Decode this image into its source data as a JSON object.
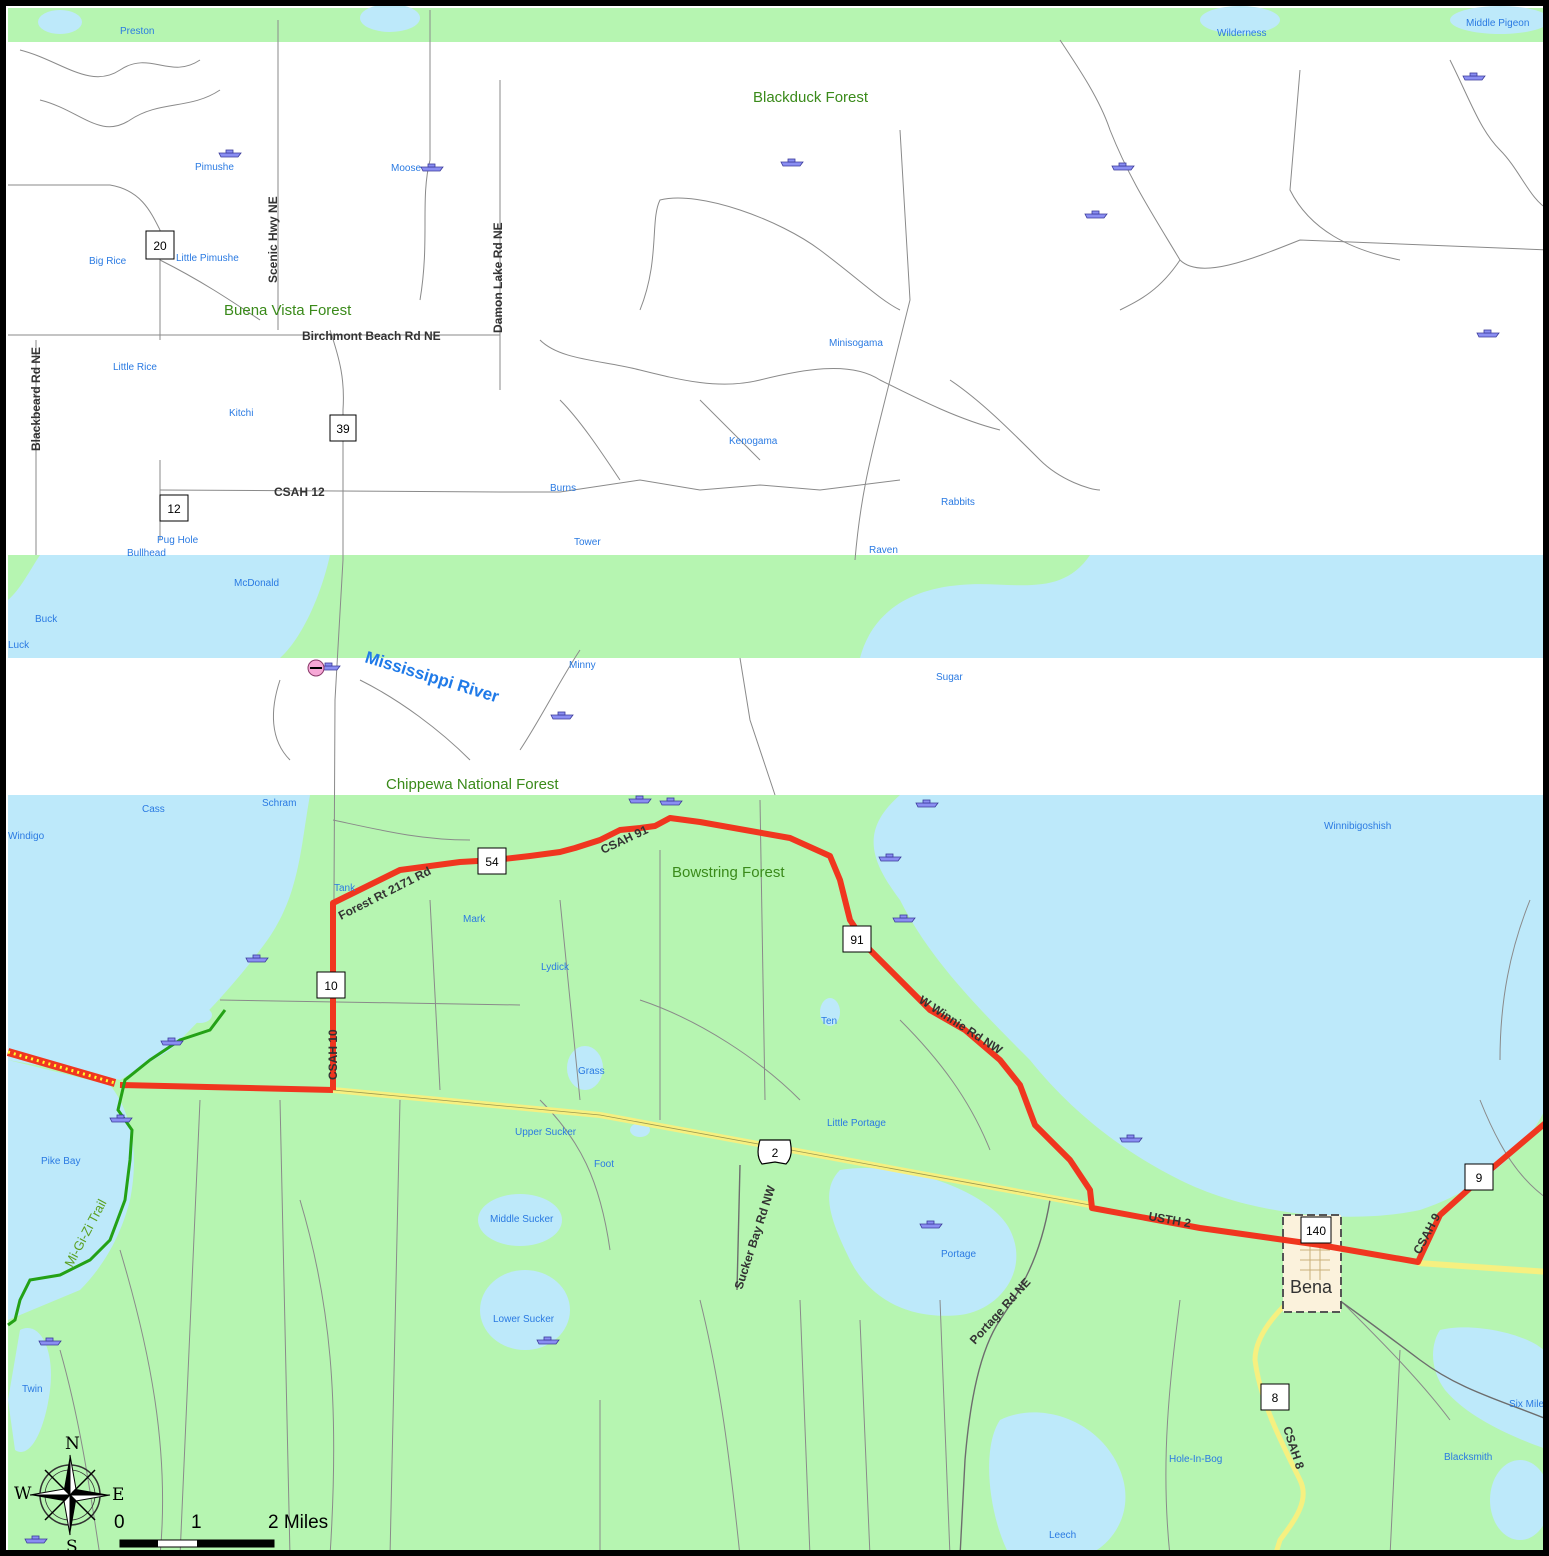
{
  "colors": {
    "land_green": "#b6f5b1",
    "water_blue": "#bde9fa",
    "highway_red": "#f0361f",
    "highway_yellow": "#f6f080",
    "trail_green": "#24a116",
    "minor_road": "#8a8a8a",
    "lake_label": "#2a7ae2",
    "forest_label": "#3a8a1a",
    "river_label": "#1f7ae8"
  },
  "forests": {
    "blackduck": "Blackduck Forest",
    "buena_vista": "Buena Vista Forest",
    "chippewa": "Chippewa National Forest",
    "bowstring": "Bowstring Forest"
  },
  "river": "Mississippi River",
  "town": "Bena",
  "lakes": {
    "preston": "Preston",
    "wilderness": "Wilderness",
    "middle_pigeon": "Middle Pigeon",
    "pimushe": "Pimushe",
    "moose": "Moose",
    "big_rice": "Big Rice",
    "little_pimushe": "Little Pimushe",
    "little_rice": "Little Rice",
    "minisogama": "Minisogama",
    "kitchi": "Kitchi",
    "kenogama": "Kenogama",
    "burns": "Burns",
    "rabbits": "Rabbits",
    "pug_hole": "Pug Hole",
    "bullhead": "Bullhead",
    "tower": "Tower",
    "raven": "Raven",
    "mcdonald": "McDonald",
    "buck": "Buck",
    "luck": "Luck",
    "minny": "Minny",
    "sugar": "Sugar",
    "cass": "Cass",
    "schram": "Schram",
    "windigo": "Windigo",
    "winnibigoshish": "Winnibigoshish",
    "tank": "Tank",
    "mark": "Mark",
    "lydick": "Lydick",
    "ten": "Ten",
    "grass": "Grass",
    "little_portage": "Little Portage",
    "upper_sucker": "Upper Sucker",
    "foot": "Foot",
    "pike_bay": "Pike Bay",
    "middle_sucker": "Middle Sucker",
    "portage": "Portage",
    "lower_sucker": "Lower Sucker",
    "twin": "Twin",
    "six_mile": "Six Mile",
    "hole_in_bog": "Hole-In-Bog",
    "blacksmith": "Blacksmith",
    "leech": "Leech"
  },
  "roads": {
    "scenic_hwy": "Scenic Hwy NE",
    "damon_lake": "Damon Lake Rd NE",
    "blackbeard": "Blackbeard Rd NE",
    "birchmont": "Birchmont Beach Rd NE",
    "csah12": "CSAH 12",
    "forest_rt": "Forest Rt 2171 Rd",
    "csah91": "CSAH 91",
    "csah10": "CSAH 10",
    "w_winnie": "W Winnie Rd NW",
    "usth2": "USTH 2",
    "sucker_bay": "Sucker Bay Rd NW",
    "portage_rd": "Portage Rd NE",
    "csah9": "CSAH 9",
    "csah8": "CSAH 8",
    "migizi": "Mi-Gi-Zi Trail"
  },
  "shields": {
    "s20": "20",
    "s39": "39",
    "s12": "12",
    "s54": "54",
    "s91": "91",
    "s10": "10",
    "s2": "2",
    "s140": "140",
    "s9": "9",
    "s8": "8"
  },
  "compass": {
    "n": "N",
    "s": "S",
    "e": "E",
    "w": "W"
  },
  "scale": {
    "zero": "0",
    "one": "1",
    "two": "2 Miles"
  }
}
